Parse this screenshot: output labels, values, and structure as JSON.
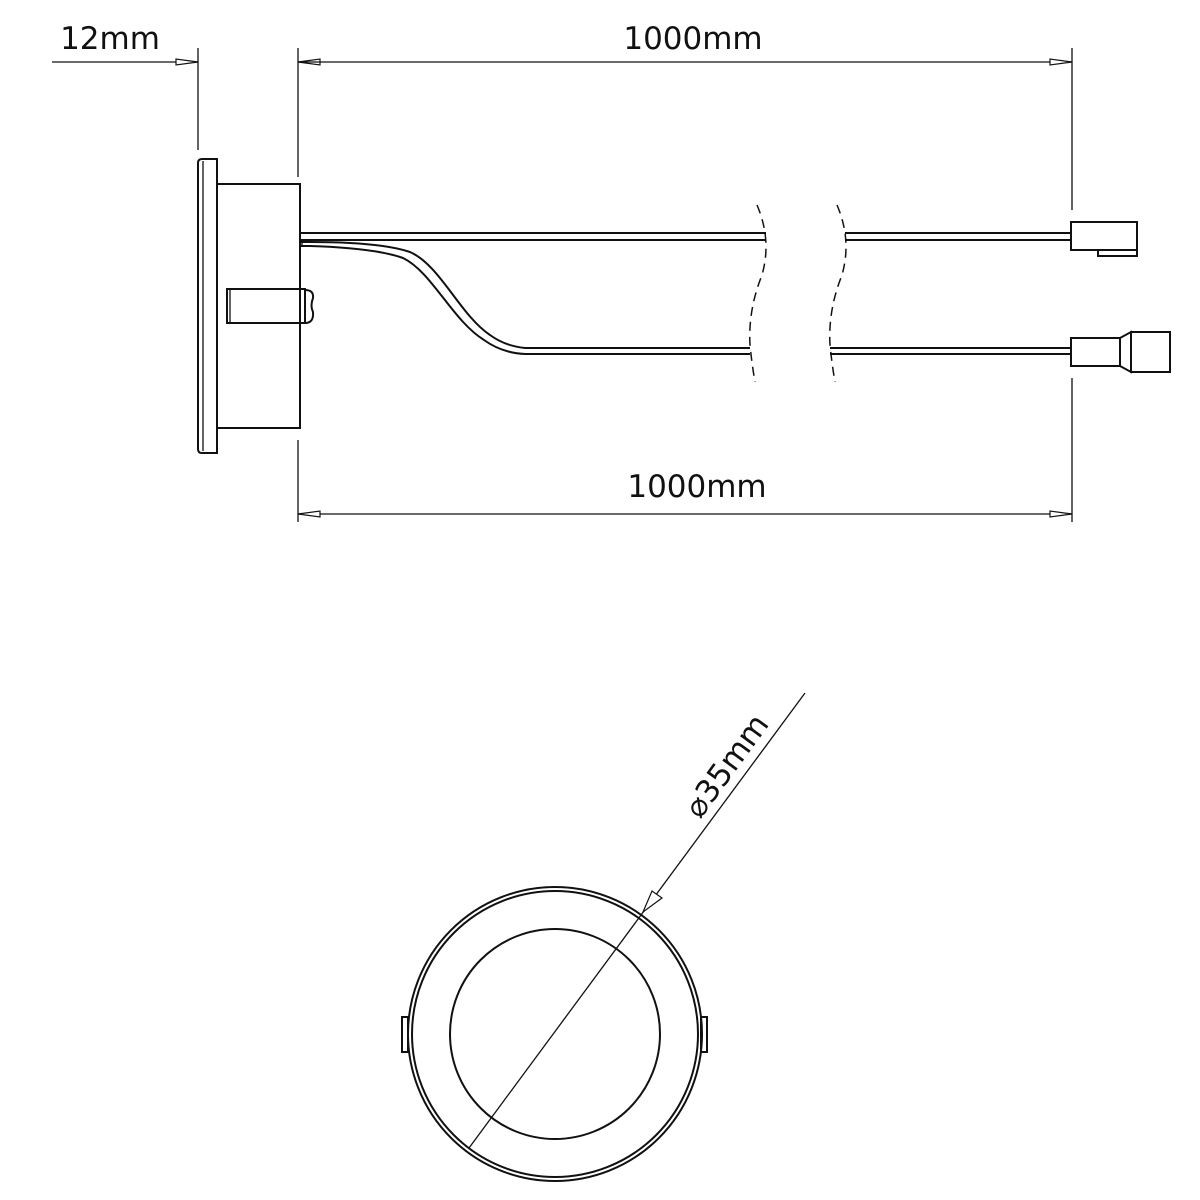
{
  "side_view": {
    "dimensions": {
      "flange_thickness": "12mm",
      "cable_length_top": "1000mm",
      "cable_length_bottom": "1000mm"
    }
  },
  "front_view": {
    "dimensions": {
      "diameter": "⌀35mm"
    }
  },
  "colors": {
    "line": "#111111",
    "background": "#ffffff"
  }
}
